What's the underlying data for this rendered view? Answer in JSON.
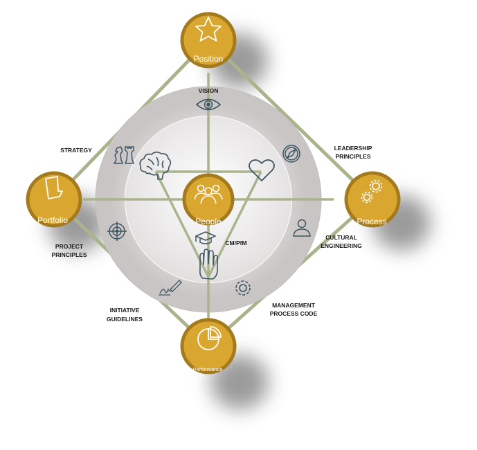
{
  "nodes": {
    "position": "Position",
    "portfolio": "Portfolio",
    "process": "Process",
    "performance": "Performance",
    "people": "People"
  },
  "edge_labels": {
    "strategy": "STRATEGY",
    "leadership_1": "LEADERSHIP",
    "leadership_2": "PRINCIPLES",
    "project_1": "PROJECT",
    "project_2": "PRINCIPLES",
    "cultural_1": "CULTURAL",
    "cultural_2": "ENGINEERING",
    "initiative_1": "INITIATIVE",
    "initiative_2": "GUIDELINES",
    "management_1": "MANAGEMENT",
    "management_2": "PROCESS CODE"
  },
  "inner_labels": {
    "vision": "VISION",
    "cmpfm": "CM/PfM"
  },
  "colors": {
    "node_fill": "#d9a630",
    "node_ring": "#a47a1e",
    "connector": "#a9b38c",
    "ring": "#d3cfcf",
    "ring_inner": "#dedbdb",
    "icon_stroke": "#3c5560"
  },
  "icons": [
    "star-icon",
    "chess-icon",
    "brain-icon",
    "eye-icon",
    "compass-icon",
    "heart-icon",
    "document-icon",
    "gears-icon",
    "target-icon",
    "people-icon",
    "person-icon",
    "graduation-cap-icon",
    "hand-icon",
    "signature-icon",
    "gear-icon",
    "pie-chart-icon"
  ]
}
